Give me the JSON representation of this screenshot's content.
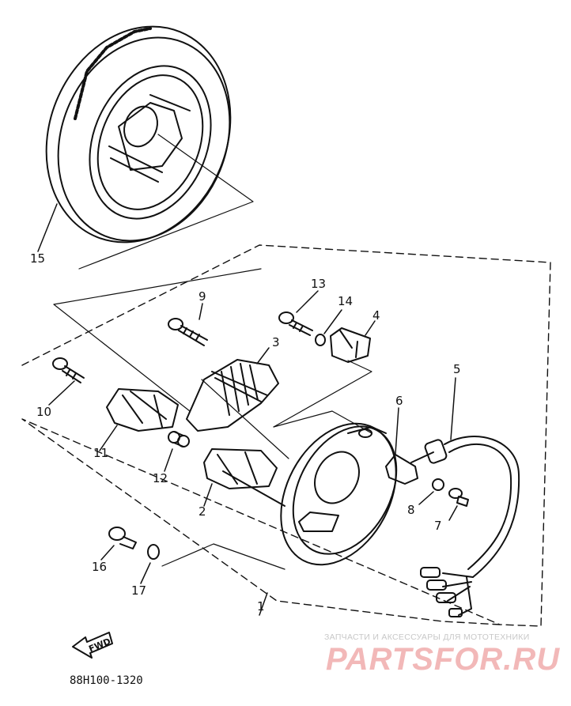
{
  "callouts": [
    {
      "id": "1",
      "label": "1"
    },
    {
      "id": "2",
      "label": "2"
    },
    {
      "id": "3",
      "label": "3"
    },
    {
      "id": "4",
      "label": "4"
    },
    {
      "id": "5",
      "label": "5"
    },
    {
      "id": "6",
      "label": "6"
    },
    {
      "id": "7",
      "label": "7"
    },
    {
      "id": "8",
      "label": "8"
    },
    {
      "id": "9",
      "label": "9"
    },
    {
      "id": "10",
      "label": "10"
    },
    {
      "id": "11",
      "label": "11"
    },
    {
      "id": "12",
      "label": "12"
    },
    {
      "id": "13",
      "label": "13"
    },
    {
      "id": "14",
      "label": "14"
    },
    {
      "id": "15",
      "label": "15"
    },
    {
      "id": "16",
      "label": "16"
    },
    {
      "id": "17",
      "label": "17"
    }
  ],
  "fwd_label": "FWD",
  "diagram_code": "88H100-1320",
  "watermark": {
    "line1": "ЗАПЧАСТИ И АКСЕССУАРЫ ДЛЯ МОТОТЕХНИКИ",
    "line2": "PARTSFOR.RU"
  },
  "colors": {
    "ink": "#111111",
    "watermark": "#f2b8b8"
  }
}
